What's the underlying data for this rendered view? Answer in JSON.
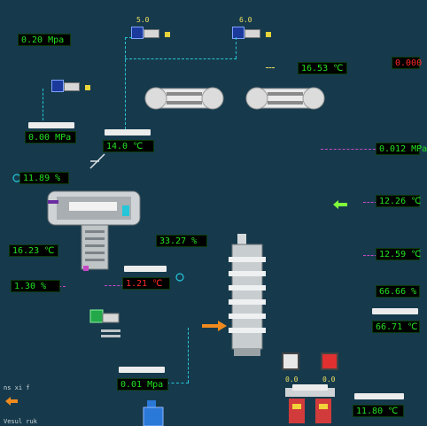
{
  "colors": {
    "background": "#163a4c",
    "readout_bg": "#000000",
    "readout_text": "#22e122",
    "alarm_text": "#ff2a2a",
    "pipe_dash": "#29c6d6",
    "signal_line": "#c44ac4",
    "pump_motor": "#1b3a9c",
    "indicator_yellow": "#e8d43a"
  },
  "pumps": {
    "left_setpoint": "5.0",
    "right_setpoint": "6.0"
  },
  "readouts": {
    "top_left": "0.20 Mpa",
    "top_right_temp": "16.53 ℃",
    "alarm": "0.000",
    "mid_left_pressure": "0.00 MPa",
    "mid_temp": "14.0 ℃",
    "right_flow": "0.012 MPa",
    "left_level": "11.89 %",
    "right_upper": "12.26 ℃",
    "center_level": "33.27 %",
    "left_lower": "16.23 ℃",
    "right_mid": "12.59 ℃",
    "left_valve": "1.30 %",
    "center_alarm": "1.21 ℃",
    "right_lower_1": "66.66 %",
    "right_lower_2": "66.71 ℃",
    "bottom_pressure": "0.01 Mpa",
    "bottom_right": "11.80 ℃"
  },
  "buttons": {
    "left_value": "0.0",
    "right_value": "0.0"
  },
  "notes": {
    "bottom_left_1": "ns xi f",
    "bottom_left_2": "Vesul ruk"
  }
}
